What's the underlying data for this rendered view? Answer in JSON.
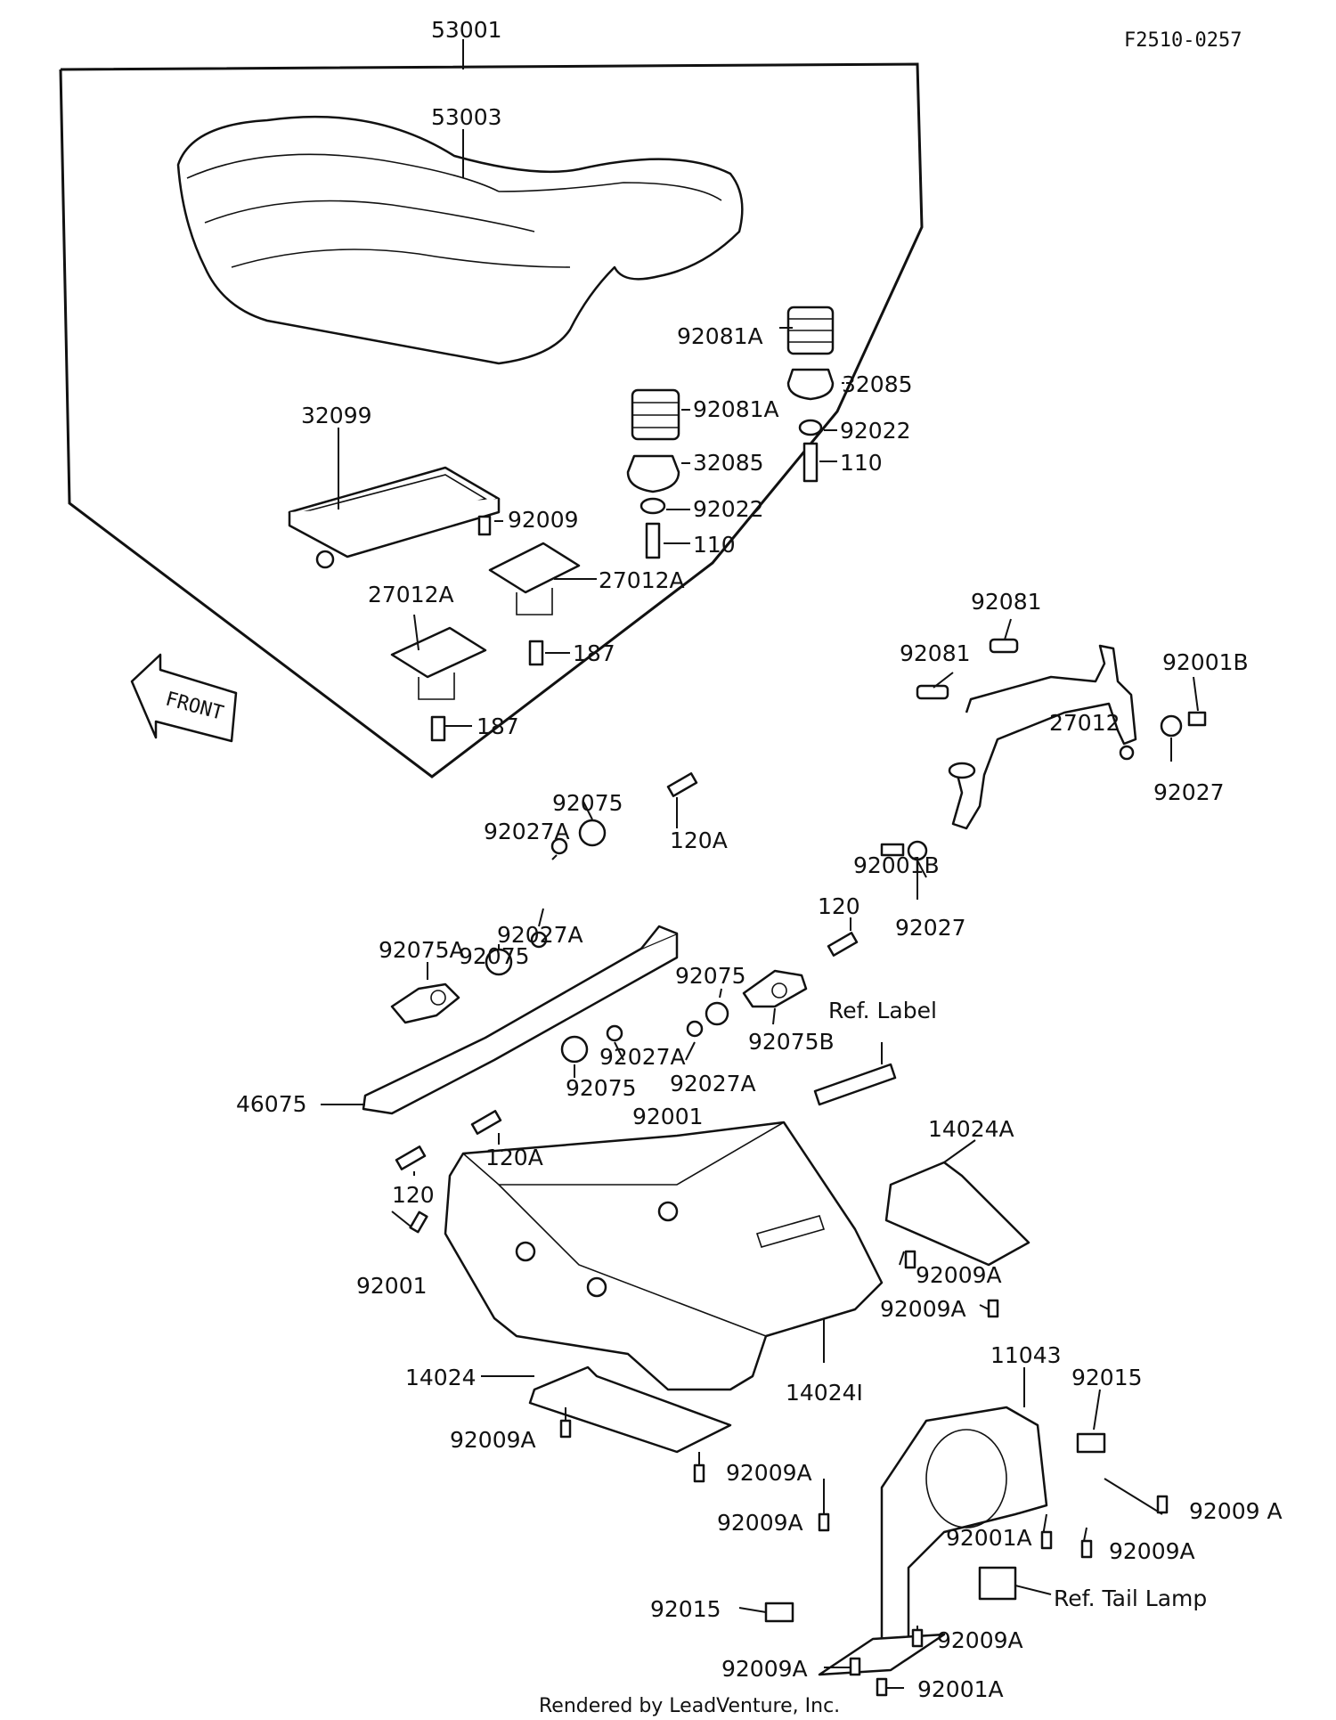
{
  "diagram_code": "F2510-0257",
  "footer": "Rendered by LeadVenture, Inc.",
  "front_badge": "FRONT",
  "callouts": {
    "c53001": "53001",
    "c53003": "53003",
    "c92081A_1": "92081A",
    "c32085_1": "32085",
    "c92022_1": "92022",
    "c110_1": "110",
    "c92081A_2": "92081A",
    "c32085_2": "32085",
    "c92022_2": "92022",
    "c110_2": "110",
    "c32099": "32099",
    "c92009": "92009",
    "c27012A_1": "27012A",
    "c27012A_2": "27012A",
    "c187_1": "187",
    "c187_2": "187",
    "c92081_1": "92081",
    "c92081_2": "92081",
    "c92001B_1": "92001B",
    "c27012": "27012",
    "c92027_1": "92027",
    "c92001B_2": "92001B",
    "c92027_2": "92027",
    "c92075_1": "92075",
    "c92027A_1": "92027A",
    "c120A_1": "120A",
    "c92027A_2": "92027A",
    "c92075_2": "92075",
    "c92075A": "92075A",
    "c120_1": "120",
    "c92075_3": "92075",
    "c92075B": "92075B",
    "c_ref_label": "Ref. Label",
    "c92027A_3": "92027A",
    "c92027A_4": "92027A",
    "c92075_4": "92075",
    "c92001_1": "92001",
    "c46075": "46075",
    "c120A_2": "120A",
    "c120_2": "120",
    "c14024A": "14024A",
    "c92001_2": "92001",
    "c92009A_1": "92009A",
    "c92009A_2": "92009A",
    "c14024": "14024",
    "c14024I": "14024I",
    "c92009A_3": "92009A",
    "c92009A_4": "92009A",
    "c11043": "11043",
    "c92015_1": "92015",
    "c92009A_5": "92009A",
    "c92009A_6": "92009 A",
    "c92001A_1": "92001A",
    "c92009A_7": "92009A",
    "c_ref_tail": "Ref. Tail Lamp",
    "c92015_2": "92015",
    "c92009A_8": "92009A",
    "c92009A_9": "92009A",
    "c92001A_2": "92001A"
  }
}
